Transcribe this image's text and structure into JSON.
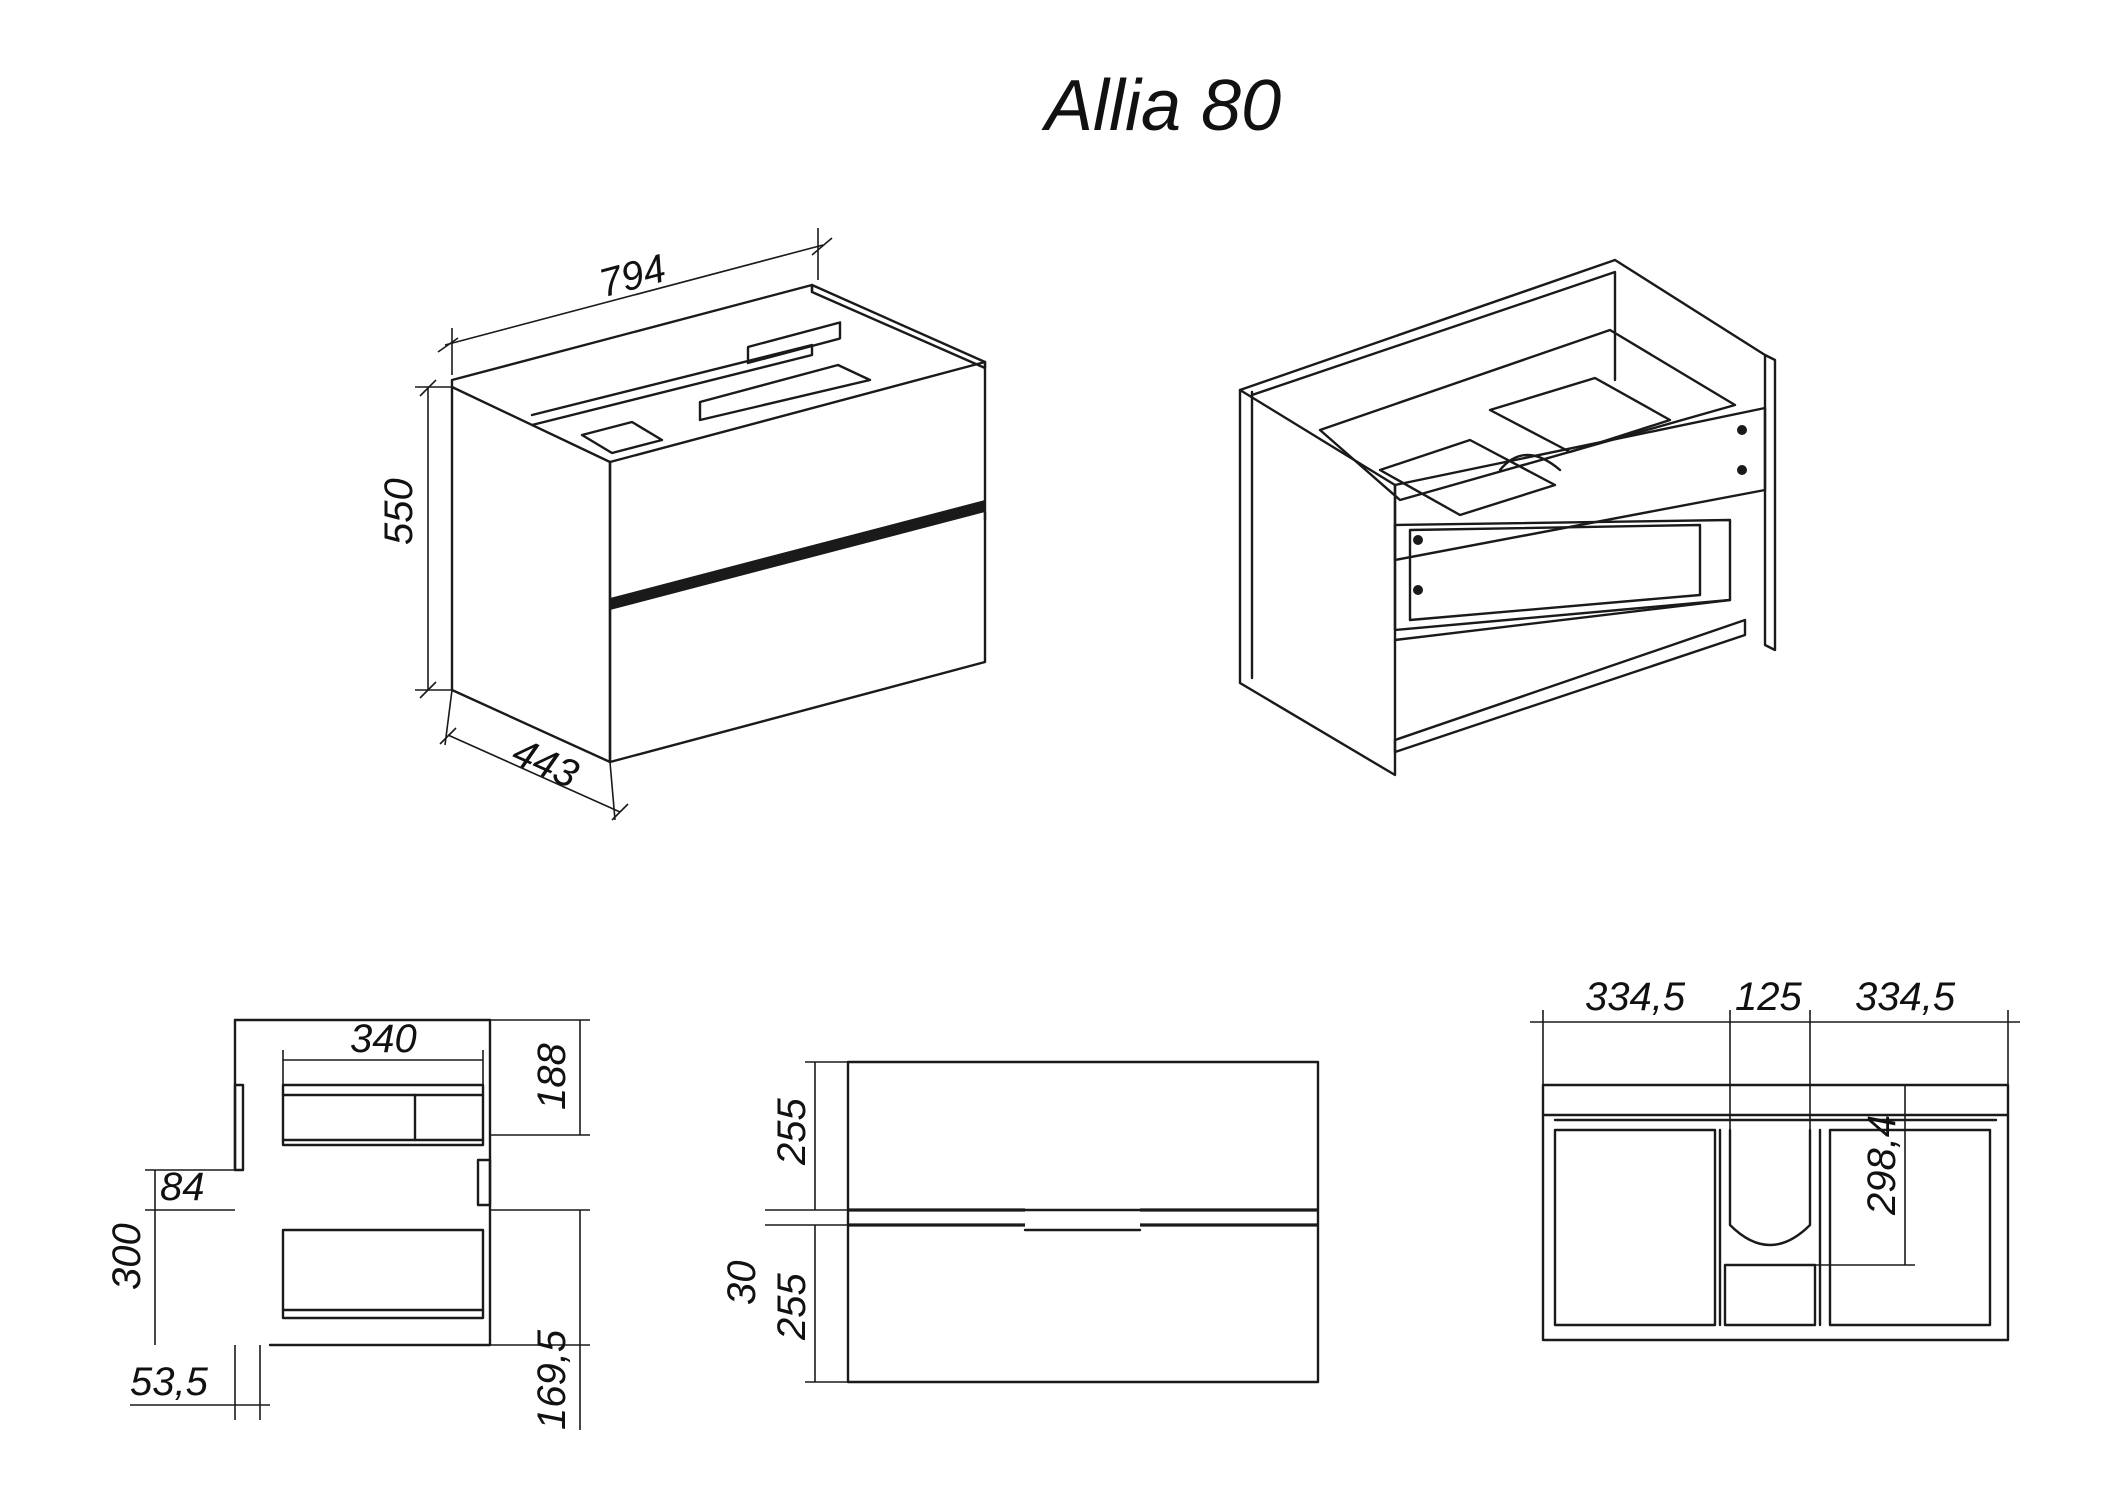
{
  "title": "Allia 80",
  "iso_view": {
    "width": "794",
    "height": "550",
    "depth": "443"
  },
  "side_view": {
    "drawer_inner_width": "340",
    "top_drawer_height": "188",
    "offset_84": "84",
    "height_300": "300",
    "offset_53_5": "53,5",
    "bottom_height": "169,5"
  },
  "front_view": {
    "top_front": "255",
    "gap": "30",
    "bottom_front": "255"
  },
  "top_view": {
    "left_section": "334,5",
    "center_section": "125",
    "right_section": "334,5",
    "depth": "298,4"
  }
}
